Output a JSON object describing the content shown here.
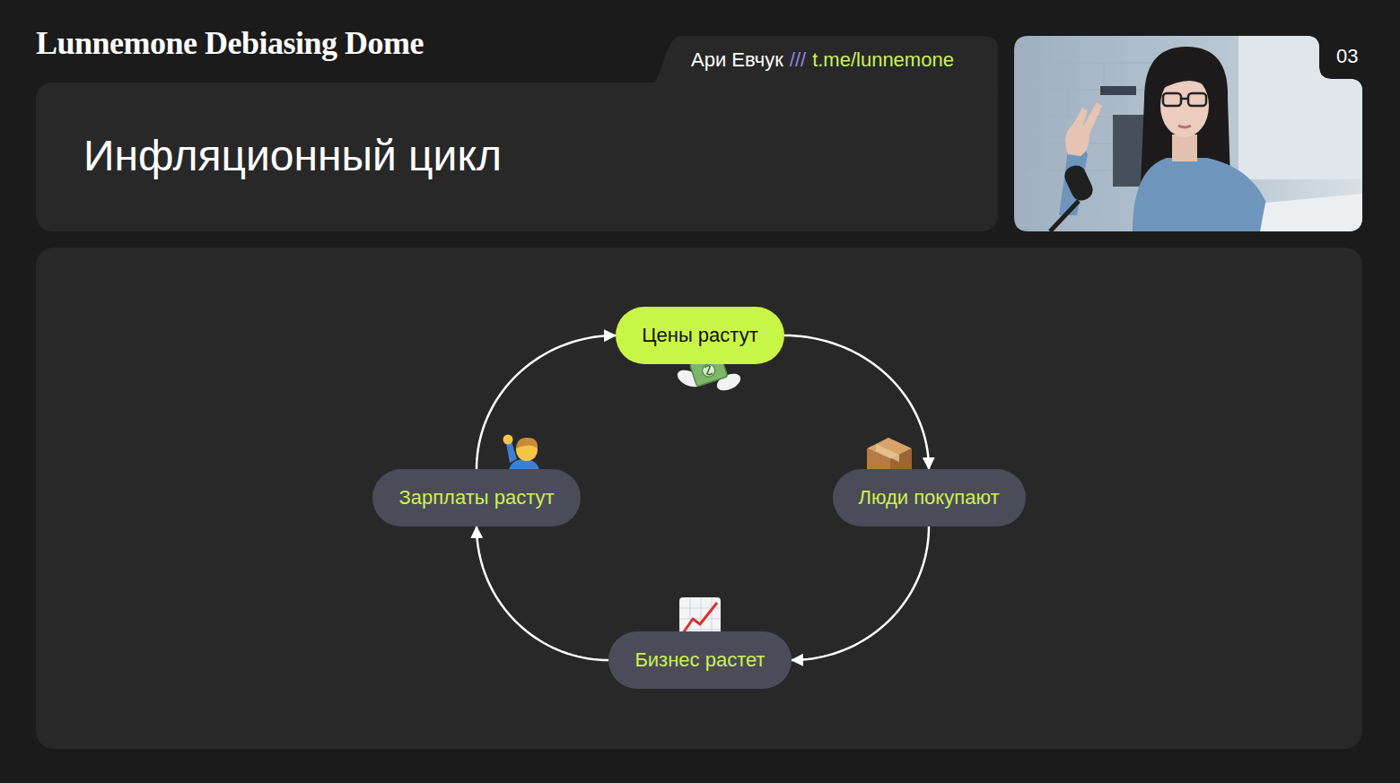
{
  "diagram": {
    "title": "Инфляционный цикл",
    "nodes": [
      {
        "text": [
          "Цены растут"
        ]
      },
      {
        "text": [
          "Люди покупают"
        ]
      },
      {
        "text": [
          "Бизнес растет"
        ]
      },
      {
        "text": [
          "Зарплаты растут"
        ]
      }
    ],
    "edges": [
      {
        "from": 0,
        "to": 1,
        "arrow": "to"
      },
      {
        "from": 1,
        "to": 2,
        "arrow": "to"
      },
      {
        "from": 2,
        "to": 3,
        "arrow": "to"
      },
      {
        "from": 3,
        "to": 0,
        "arrow": "to"
      }
    ],
    "labels": [
      "Lunnemone Debiasing Dome",
      "Ари Евчук",
      "///",
      "t.me/lunnemone",
      "03"
    ]
  }
}
